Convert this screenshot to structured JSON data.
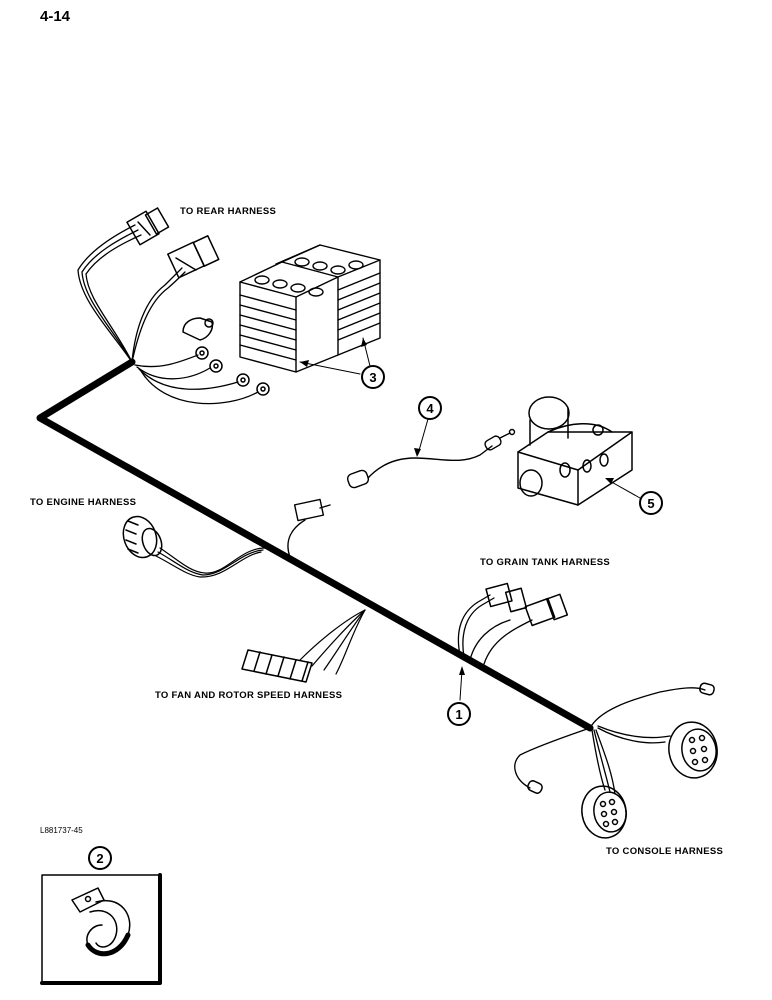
{
  "page_number": "4-14",
  "figure_id": "L881737-45",
  "labels": {
    "rear": "TO REAR HARNESS",
    "engine": "TO ENGINE HARNESS",
    "grain_tank": "TO GRAIN TANK HARNESS",
    "fan_rotor": "TO FAN AND ROTOR SPEED HARNESS",
    "console": "TO CONSOLE HARNESS"
  },
  "callouts": [
    "1",
    "2",
    "3",
    "4",
    "5"
  ]
}
